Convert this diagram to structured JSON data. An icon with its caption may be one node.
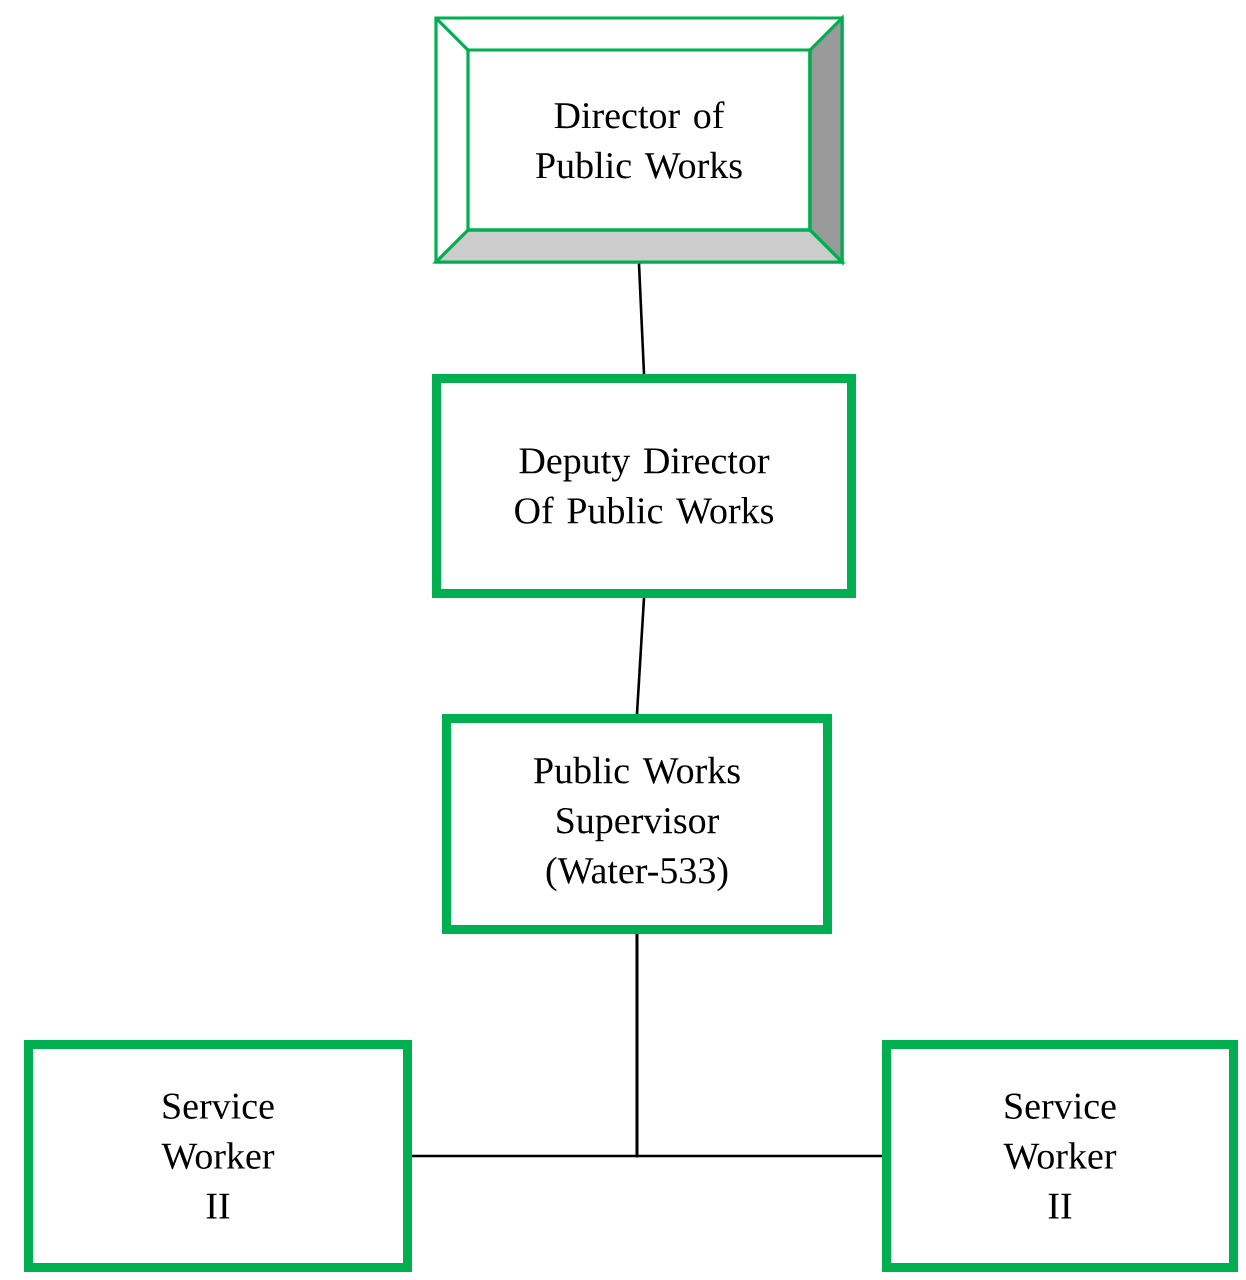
{
  "diagram": {
    "nodes": [
      {
        "text": [
          "Director of Public Works"
        ]
      },
      {
        "text": [
          "Deputy Director Of Public Works"
        ]
      },
      {
        "text": [
          "Public Works Supervisor (Water-533)"
        ]
      },
      {
        "text": [
          "Service Worker II"
        ]
      },
      {
        "text": [
          "Service Worker II"
        ]
      }
    ],
    "edges": [
      {
        "from": 0,
        "to": 1,
        "arrow": "none"
      },
      {
        "from": 1,
        "to": 2,
        "arrow": "none"
      },
      {
        "from": 2,
        "to": 3,
        "arrow": "none"
      },
      {
        "from": 2,
        "to": 4,
        "arrow": "none"
      }
    ]
  }
}
